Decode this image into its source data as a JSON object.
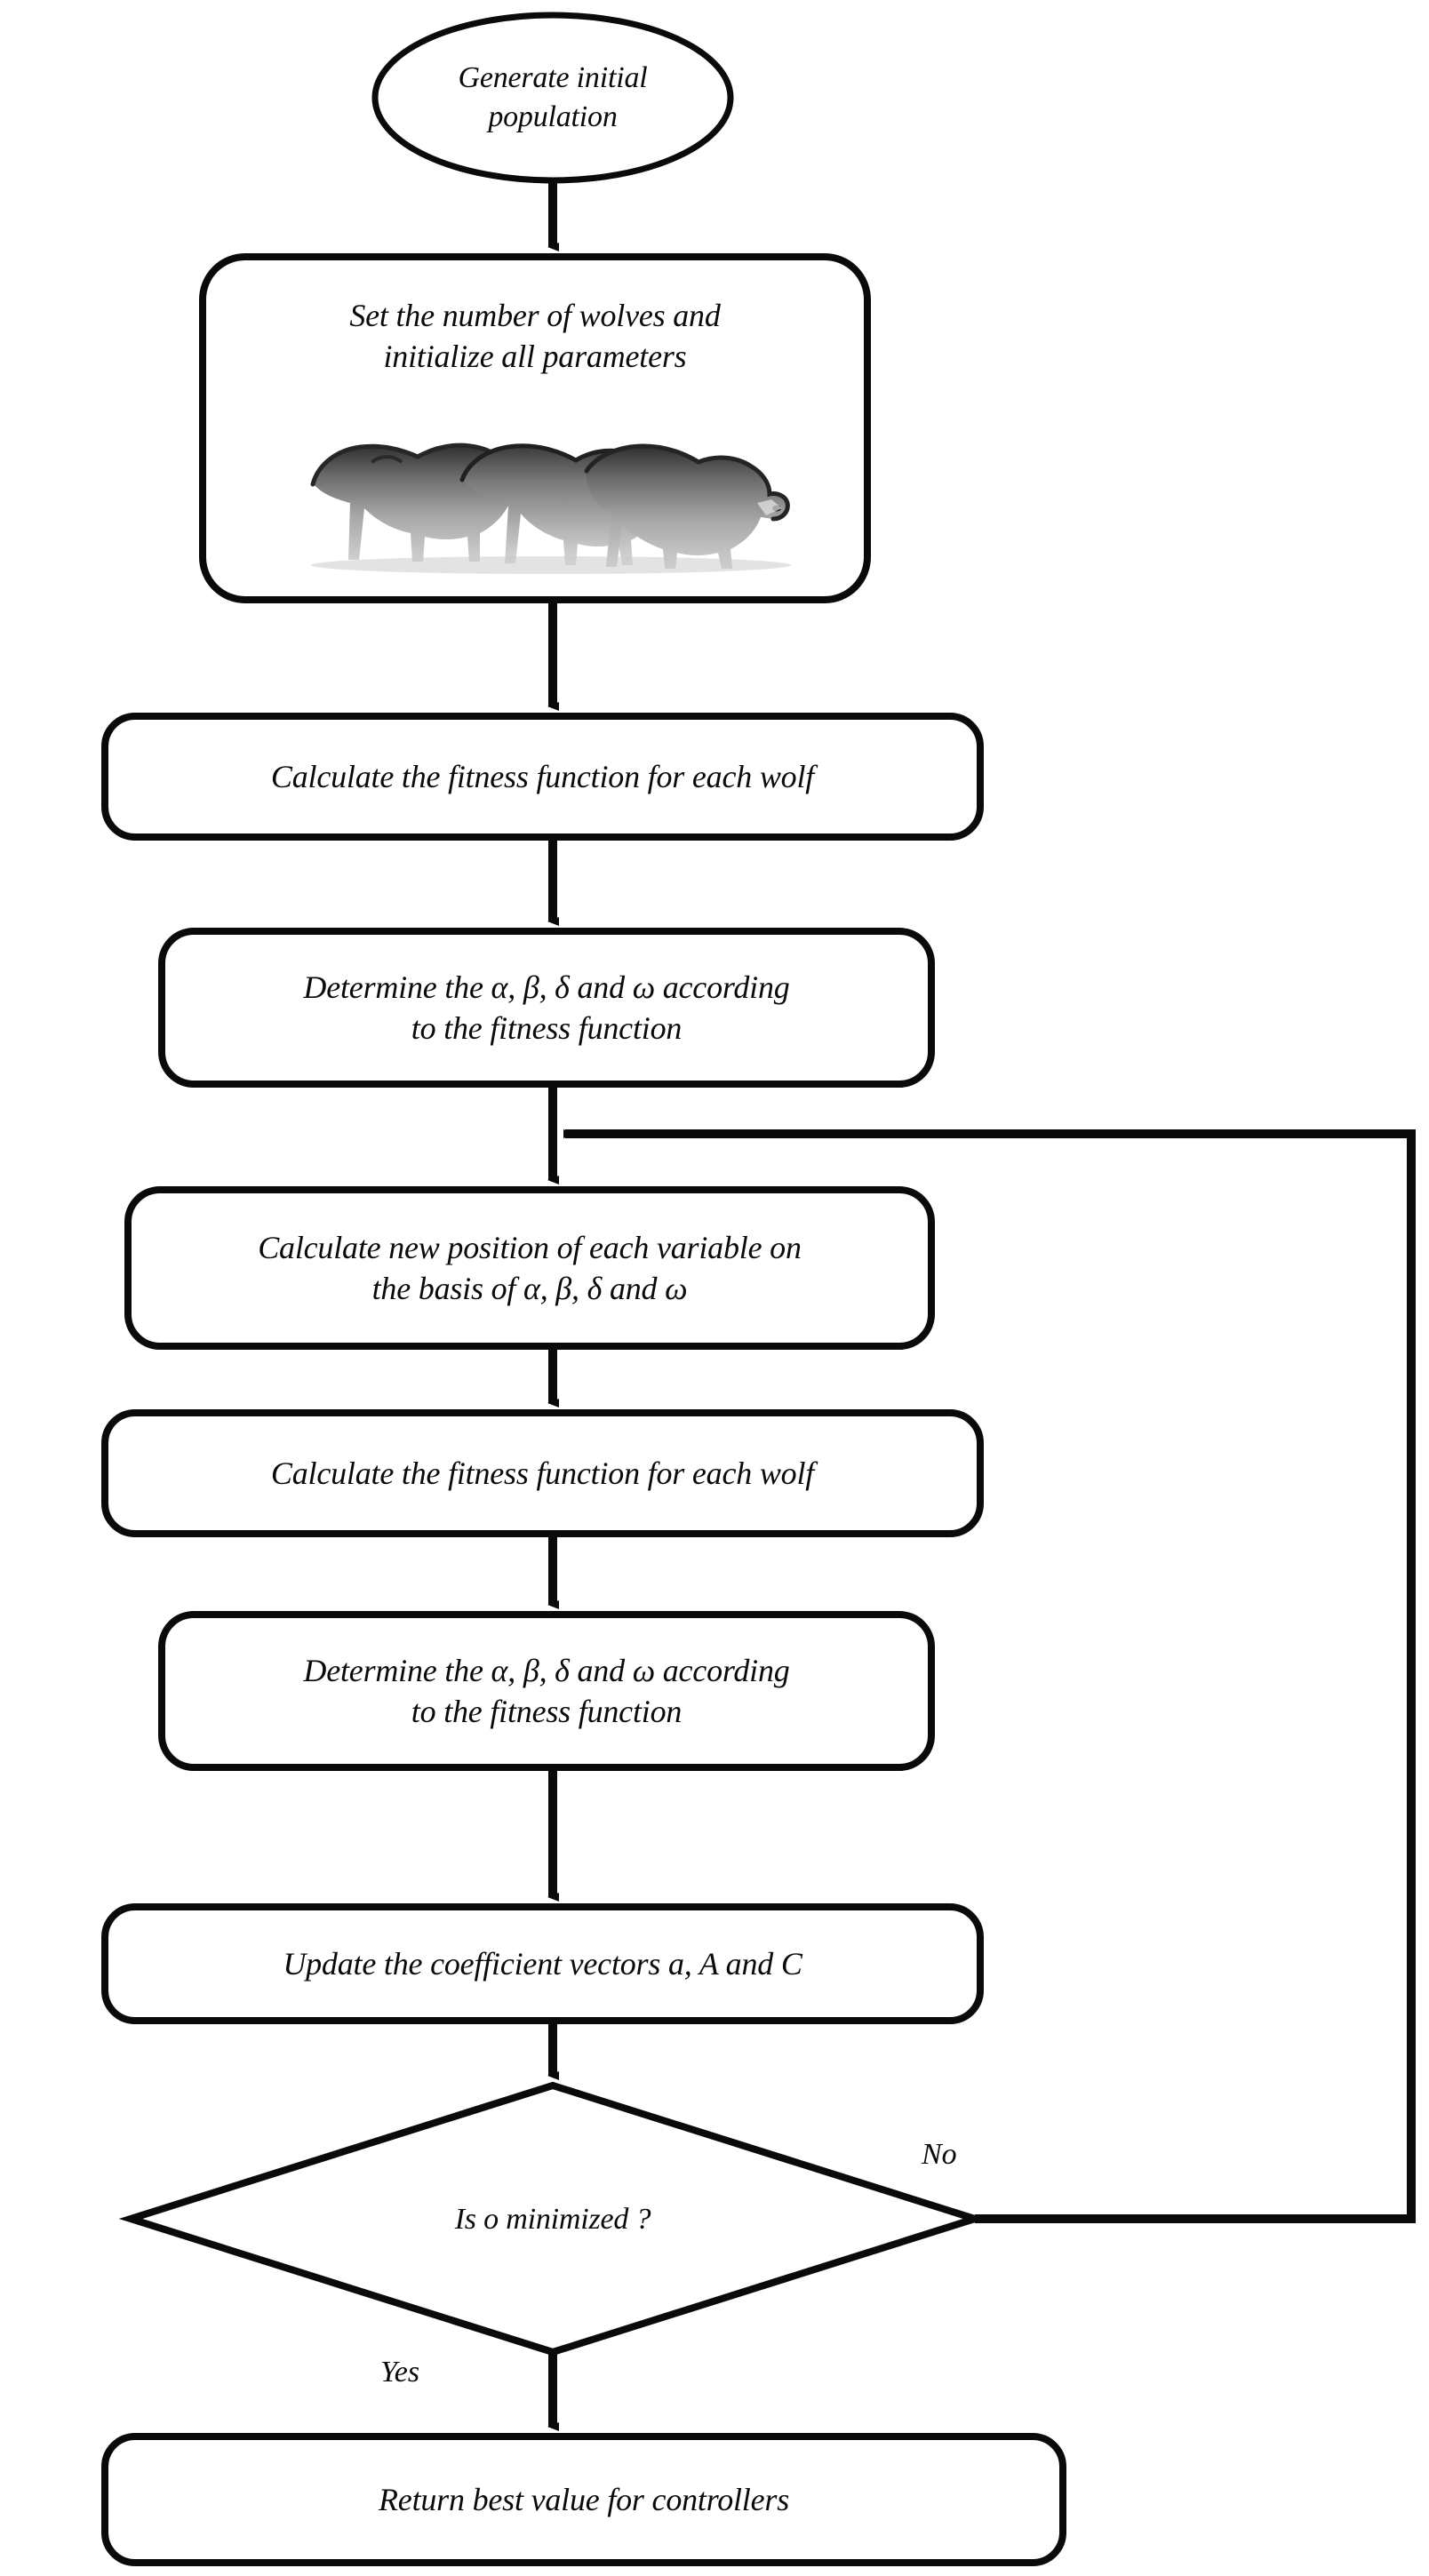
{
  "diagram": {
    "title": "Grey Wolf Optimizer flowchart",
    "background_color": "#ffffff",
    "stroke_color": "#0a0a0a",
    "text_color": "#0a0a0a",
    "nodes": [
      {
        "id": "start",
        "shape": "ellipse",
        "label": "Generate initial\npopulation",
        "font_size": 34
      },
      {
        "id": "init",
        "shape": "rounded-rect",
        "label": "Set the number of wolves and\ninitialize all parameters",
        "font_size": 36
      },
      {
        "id": "fitness1",
        "shape": "rounded-rect",
        "label": "Calculate the fitness function for each wolf",
        "font_size": 36
      },
      {
        "id": "determine1",
        "shape": "rounded-rect",
        "label": "Determine the α, β, δ and ω according\nto the fitness function",
        "font_size": 36
      },
      {
        "id": "newpos",
        "shape": "rounded-rect",
        "label": "Calculate new position of each variable on\nthe basis of α, β, δ and ω",
        "font_size": 36
      },
      {
        "id": "fitness2",
        "shape": "rounded-rect",
        "label": "Calculate the fitness function for each wolf",
        "font_size": 36
      },
      {
        "id": "determine2",
        "shape": "rounded-rect",
        "label": "Determine the α, β, δ and ω according\nto the fitness function",
        "font_size": 36
      },
      {
        "id": "update",
        "shape": "rounded-rect",
        "label": "Update the coefficient vectors a, A and C",
        "font_size": 36
      },
      {
        "id": "decision",
        "shape": "diamond",
        "label": "Is o minimized ?",
        "font_size": 34
      },
      {
        "id": "end",
        "shape": "rounded-rect",
        "label": "Return best value for controllers",
        "font_size": 36
      }
    ],
    "edge_labels": {
      "no": "No",
      "yes": "Yes"
    },
    "image": {
      "alt": "grey wolf pack photograph",
      "name": "wolves-photo"
    }
  }
}
